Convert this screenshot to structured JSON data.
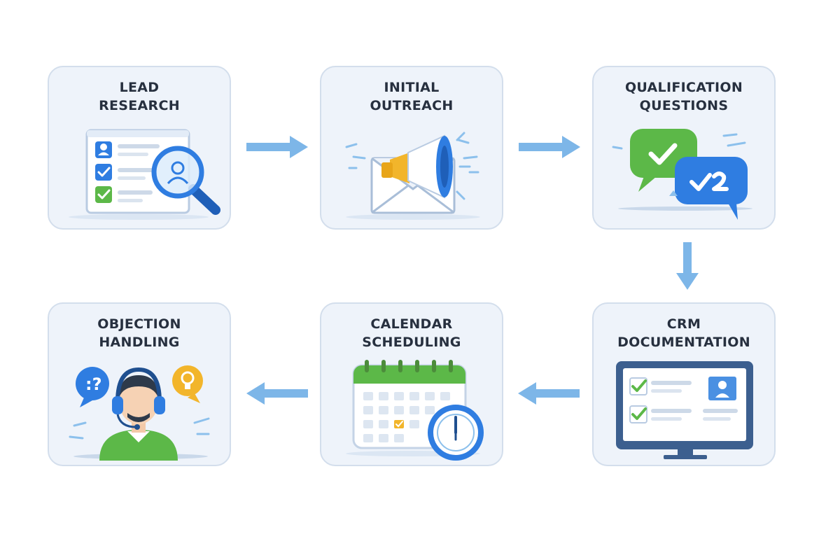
{
  "colors": {
    "card_bg": "#eef3fa",
    "card_border": "#d3deec",
    "title_text": "#27303f",
    "accent_blue": "#2f7de1",
    "light_blue": "#6fb0ea",
    "accent_green": "#5cb848",
    "accent_yellow": "#f2b52b",
    "arrow": "#7db6e8"
  },
  "steps": [
    {
      "title_line1": "LEAD",
      "title_line2": "RESEARCH",
      "icon": "magnifying-glass-profile-icon"
    },
    {
      "title_line1": "INITIAL",
      "title_line2": "OUTREACH",
      "icon": "megaphone-envelope-icon"
    },
    {
      "title_line1": "QUALIFICATION",
      "title_line2": "QUESTIONS",
      "icon": "chat-bubbles-icon"
    },
    {
      "title_line1": "CRM",
      "title_line2": "DOCUMENTATION",
      "icon": "monitor-checklist-icon"
    },
    {
      "title_line1": "CALENDAR",
      "title_line2": "SCHEDULING",
      "icon": "calendar-clock-icon"
    },
    {
      "title_line1": "OBJECTION",
      "title_line2": "HANDLING",
      "icon": "headset-agent-icon"
    }
  ],
  "flow": [
    "right-arrow",
    "right-arrow",
    "down-arrow",
    "left-arrow",
    "left-arrow"
  ]
}
